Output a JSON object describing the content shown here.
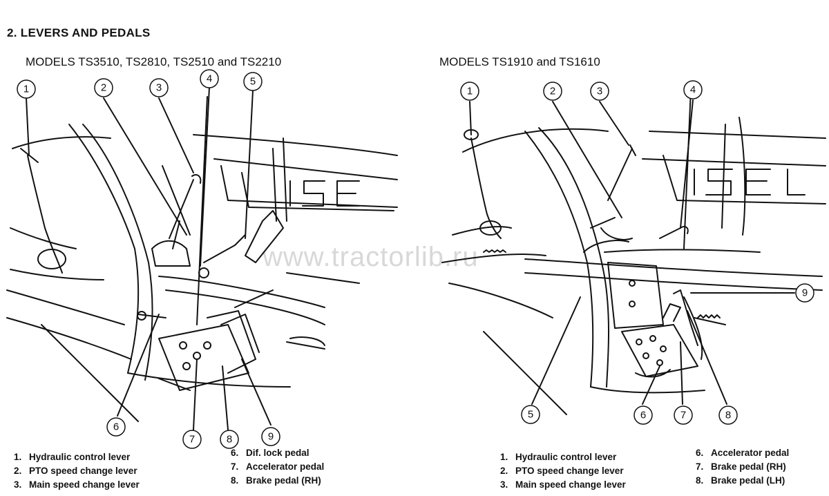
{
  "section_title": "2. LEVERS AND PEDALS",
  "diagram_left": {
    "models": "MODELS TS3510, TS2810, TS2510 and TS2210",
    "callouts": [
      "1",
      "2",
      "3",
      "4",
      "5",
      "6",
      "7",
      "8",
      "9"
    ],
    "legend_col1": [
      {
        "num": "1.",
        "label": "Hydraulic control lever"
      },
      {
        "num": "2.",
        "label": "PTO speed change lever"
      },
      {
        "num": "3.",
        "label": "Main speed change lever"
      }
    ],
    "legend_col2": [
      {
        "num": "6.",
        "label": "Dif. lock pedal"
      },
      {
        "num": "7.",
        "label": "Accelerator pedal"
      },
      {
        "num": "8.",
        "label": "Brake pedal (RH)"
      }
    ]
  },
  "diagram_right": {
    "models": "MODELS TS1910 and TS1610",
    "callouts": [
      "1",
      "2",
      "3",
      "4",
      "5",
      "6",
      "7",
      "8",
      "9"
    ],
    "legend_col1": [
      {
        "num": "1.",
        "label": "Hydraulic control lever"
      },
      {
        "num": "2.",
        "label": "PTO speed change lever"
      },
      {
        "num": "3.",
        "label": "Main speed change lever"
      }
    ],
    "legend_col2": [
      {
        "num": "6.",
        "label": "Accelerator pedal"
      },
      {
        "num": "7.",
        "label": "Brake pedal (RH)"
      },
      {
        "num": "8.",
        "label": "Brake pedal (LH)"
      }
    ]
  },
  "watermark": "www.tractorlib.ru",
  "hood_brand": "ISE"
}
